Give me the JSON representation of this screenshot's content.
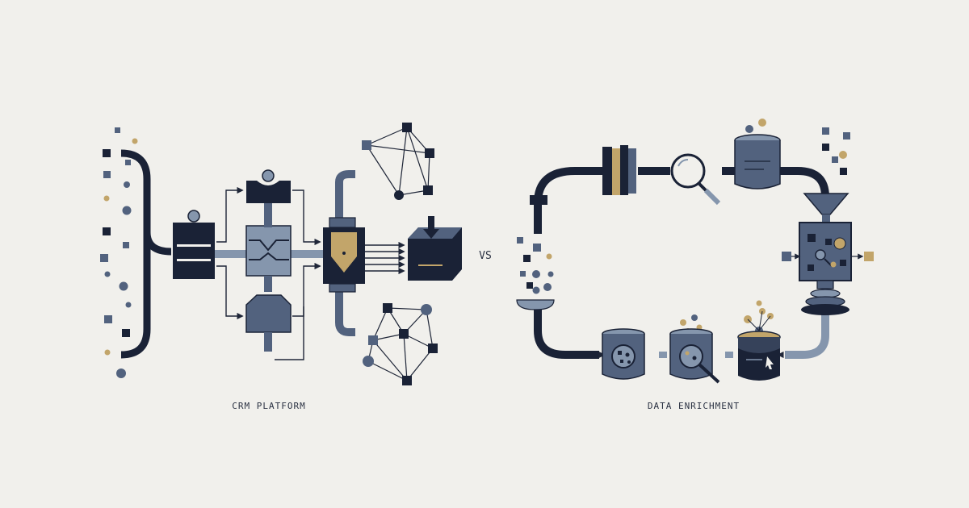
{
  "left_caption": "CRM PLATFORM",
  "right_caption": "DATA ENRICHMENT",
  "vs_label": "VS",
  "colors": {
    "background": "#f1f0ec",
    "navy": "#1a2236",
    "slate": "#52627e",
    "steel": "#8596ad",
    "gold": "#c2a56a",
    "line": "#1f2638"
  }
}
